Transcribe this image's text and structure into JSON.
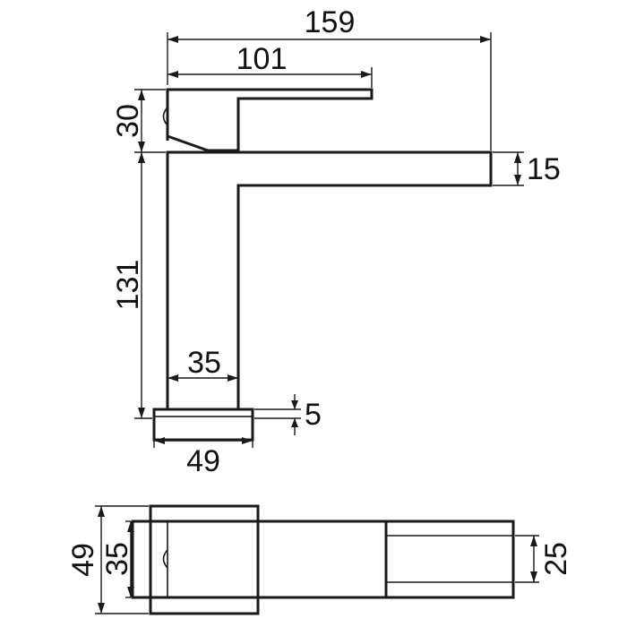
{
  "drawing": {
    "side_view": {
      "overall_length": "159",
      "lever_length": "101",
      "lever_height": "30",
      "spout_thickness": "15",
      "body_height": "131",
      "body_width": "35",
      "base_width": "49",
      "base_height": "5"
    },
    "top_view": {
      "base_depth": "49",
      "body_depth": "35",
      "spout_depth": "25"
    }
  }
}
